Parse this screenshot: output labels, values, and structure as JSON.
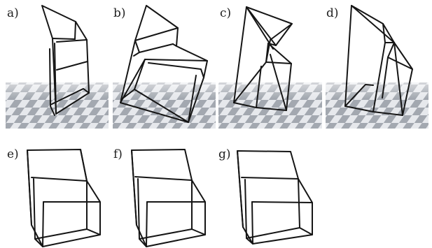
{
  "figure": {
    "panels": [
      {
        "id": "a",
        "label": "a)",
        "has_floor": true
      },
      {
        "id": "b",
        "label": "b)",
        "has_floor": true
      },
      {
        "id": "c",
        "label": "c)",
        "has_floor": true
      },
      {
        "id": "d",
        "label": "d)",
        "has_floor": true
      },
      {
        "id": "e",
        "label": "e)",
        "has_floor": false
      },
      {
        "id": "f",
        "label": "f)",
        "has_floor": false
      },
      {
        "id": "g",
        "label": "g)",
        "has_floor": false
      }
    ],
    "colors": {
      "wireframe": "#151515",
      "floor_light": "#e6e8ec",
      "floor_dark": "#9ea3ab",
      "background": "#ffffff"
    }
  }
}
